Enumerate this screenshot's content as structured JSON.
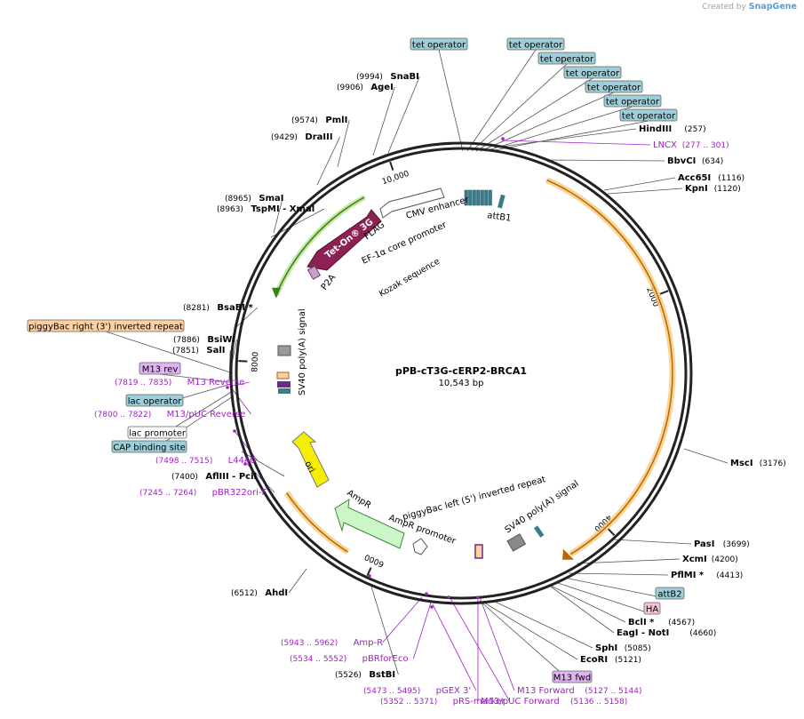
{
  "branding": {
    "prefix": "Created by",
    "name": "SnapGene"
  },
  "plasmid": {
    "name": "pPB-cT3G-cERP2-BRCA1",
    "size": "10,543 bp"
  },
  "ticks": [
    {
      "label": "2000",
      "bp": 2000
    },
    {
      "label": "4000",
      "bp": 4000
    },
    {
      "label": "6000",
      "bp": 6000
    },
    {
      "label": "8000",
      "bp": 8000
    },
    {
      "label": "10,000",
      "bp": 10000
    }
  ],
  "colors": {
    "tet_operator": "#9ccfd8",
    "piggybac": "#fdd0a2",
    "m13_primer": "#e0b4f0",
    "ha_tag": "#f2c4d6",
    "primer_text": "#a020c8",
    "backbone": "#222222",
    "orf_highlight": "#f8c471"
  },
  "features_inside": [
    {
      "name": "cmv-enhancer",
      "label": "CMV enhancer"
    },
    {
      "name": "tet-on-3g",
      "label": "Tet-On® 3G"
    },
    {
      "name": "flag",
      "label": "FLAG"
    },
    {
      "name": "ef1a-promoter",
      "label": "EF-1α core promoter"
    },
    {
      "name": "kozak",
      "label": "Kozak sequence"
    },
    {
      "name": "p2a",
      "label": "P2A"
    },
    {
      "name": "attb1",
      "label": "attB1"
    },
    {
      "name": "sv40-polya-left",
      "label": "SV40 poly(A) signal"
    },
    {
      "name": "ori",
      "label": "ori"
    },
    {
      "name": "ampr",
      "label": "AmpR"
    },
    {
      "name": "ampr-promoter",
      "label": "AmpR promoter"
    },
    {
      "name": "piggybac-left",
      "label": "piggyBac left (5') inverted repeat"
    },
    {
      "name": "sv40-polya-right",
      "label": "SV40 poly(A) signal"
    }
  ],
  "labels": [
    {
      "name": "tet-operator-1",
      "text": "tet operator",
      "style": "tet"
    },
    {
      "name": "tet-operator-2",
      "text": "tet operator",
      "style": "tet"
    },
    {
      "name": "tet-operator-3",
      "text": "tet operator",
      "style": "tet"
    },
    {
      "name": "tet-operator-4",
      "text": "tet operator",
      "style": "tet"
    },
    {
      "name": "tet-operator-5",
      "text": "tet operator",
      "style": "tet"
    },
    {
      "name": "tet-operator-6",
      "text": "tet operator",
      "style": "tet"
    },
    {
      "name": "tet-operator-7",
      "text": "tet operator",
      "style": "tet"
    },
    {
      "name": "hindiii",
      "text": "HindIII",
      "pos": "(257)",
      "style": "enzyme"
    },
    {
      "name": "lncx",
      "text": "LNCX",
      "pos": "(277 .. 301)",
      "style": "primer"
    },
    {
      "name": "bbvci",
      "text": "BbvCI",
      "pos": "(634)",
      "style": "enzyme"
    },
    {
      "name": "acc65i",
      "text": "Acc65I",
      "pos": "(1116)",
      "style": "enzyme"
    },
    {
      "name": "kpni",
      "text": "KpnI",
      "pos": "(1120)",
      "style": "enzyme"
    },
    {
      "name": "msci",
      "text": "MscI",
      "pos": "(3176)",
      "style": "enzyme"
    },
    {
      "name": "pasi",
      "text": "PasI",
      "pos": "(3699)",
      "style": "enzyme"
    },
    {
      "name": "xcmi",
      "text": "XcmI",
      "pos": "(4200)",
      "style": "enzyme"
    },
    {
      "name": "pflmi",
      "text": "PflMI *",
      "pos": "(4413)",
      "style": "enzyme"
    },
    {
      "name": "attb2",
      "text": "attB2",
      "style": "tet"
    },
    {
      "name": "ha",
      "text": "HA",
      "style": "ha"
    },
    {
      "name": "bcli",
      "text": "BclI *",
      "pos": "(4567)",
      "style": "enzyme"
    },
    {
      "name": "eagi-noti",
      "text": "EagI  - NotI",
      "pos": "(4660)",
      "style": "enzyme"
    },
    {
      "name": "sphi",
      "text": "SphI",
      "pos": "(5085)",
      "style": "enzyme"
    },
    {
      "name": "ecori",
      "text": "EcoRI",
      "pos": "(5121)",
      "style": "enzyme"
    },
    {
      "name": "m13-fwd",
      "text": "M13 fwd",
      "style": "m13"
    },
    {
      "name": "m13-forward",
      "text": "M13 Forward",
      "pos": "(5127 .. 5144)",
      "style": "primer"
    },
    {
      "name": "m13-puc-forward",
      "text": "M13/pUC Forward",
      "pos": "(5136 .. 5158)",
      "style": "primer"
    },
    {
      "name": "pgex-3",
      "text": "pGEX 3'",
      "pos": "(5473 .. 5495)",
      "style": "primer"
    },
    {
      "name": "prs-marker",
      "text": "pRS-marker",
      "pos": "(5352 .. 5371)",
      "style": "primer"
    },
    {
      "name": "bstbi",
      "text": "BstBI",
      "pos": "(5526)",
      "style": "enzyme"
    },
    {
      "name": "pbrforeco",
      "text": "pBRforEco",
      "pos": "(5534 .. 5552)",
      "style": "primer"
    },
    {
      "name": "amp-r",
      "text": "Amp-R",
      "pos": "(5943 .. 5962)",
      "style": "primer"
    },
    {
      "name": "ahdi",
      "text": "AhdI",
      "pos": "(6512)",
      "style": "enzyme"
    },
    {
      "name": "pbr322ori-f",
      "text": "pBR322ori-F",
      "pos": "(7245 .. 7264)",
      "style": "primer"
    },
    {
      "name": "afliii-pcii",
      "text": "AflIII  - PciI",
      "pos": "(7400)",
      "style": "enzyme"
    },
    {
      "name": "l4440",
      "text": "L4440",
      "pos": "(7498 .. 7515)",
      "style": "primer"
    },
    {
      "name": "cap-binding-site",
      "text": "CAP binding site",
      "style": "tet"
    },
    {
      "name": "lac-promoter",
      "text": "lac promoter",
      "style": "plain"
    },
    {
      "name": "m13-puc-reverse",
      "text": "M13/pUC Reverse",
      "pos": "(7800 .. 7822)",
      "style": "primer"
    },
    {
      "name": "lac-operator",
      "text": "lac operator",
      "style": "tet"
    },
    {
      "name": "m13-reverse",
      "text": "M13 Reverse",
      "pos": "(7819 .. 7835)",
      "style": "primer"
    },
    {
      "name": "m13-rev",
      "text": "M13 rev",
      "style": "m13"
    },
    {
      "name": "sali",
      "text": "SalI",
      "pos": "(7851)",
      "style": "enzyme"
    },
    {
      "name": "bsiwi",
      "text": "BsiWI",
      "pos": "(7886)",
      "style": "enzyme"
    },
    {
      "name": "piggybac-right",
      "text": "piggyBac right (3') inverted repeat",
      "style": "pb"
    },
    {
      "name": "bsabi",
      "text": "BsaBI *",
      "pos": "(8281)",
      "style": "enzyme"
    },
    {
      "name": "tspmi-xmai",
      "text": "TspMI  - XmaI",
      "pos": "(8963)",
      "style": "enzyme"
    },
    {
      "name": "smai",
      "text": "SmaI",
      "pos": "(8965)",
      "style": "enzyme"
    },
    {
      "name": "draiii",
      "text": "DraIII",
      "pos": "(9429)",
      "style": "enzyme"
    },
    {
      "name": "pmli",
      "text": "PmlI",
      "pos": "(9574)",
      "style": "enzyme"
    },
    {
      "name": "agei",
      "text": "AgeI",
      "pos": "(9906)",
      "style": "enzyme"
    },
    {
      "name": "snabi",
      "text": "SnaBI",
      "pos": "(9994)",
      "style": "enzyme"
    }
  ]
}
